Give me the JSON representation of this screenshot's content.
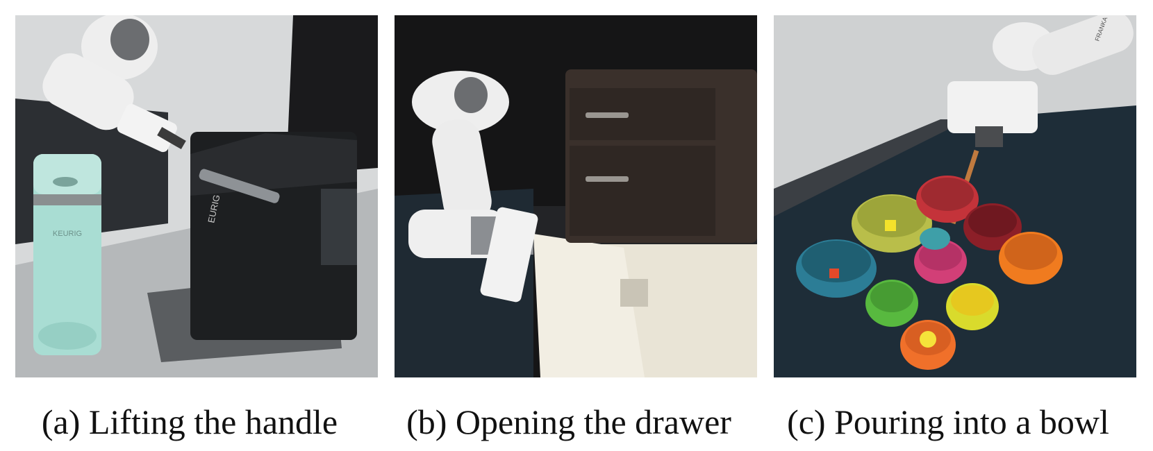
{
  "figure": {
    "panels": [
      {
        "id": "a",
        "caption": "(a) Lifting the handle",
        "machine_label": "KEURIG",
        "machine_label_short": "EURIG"
      },
      {
        "id": "b",
        "caption": "(b) Opening the drawer"
      },
      {
        "id": "c",
        "caption": "(c) Pouring into a bowl",
        "robot_label": "FRANKA"
      }
    ]
  },
  "colors": {
    "wall": "#d7d9da",
    "table_gray": "#b5b8ba",
    "keurig_mint": "#a9ddd3",
    "keurig_black": "#1d1f21",
    "robot_white": "#eeeeee",
    "robot_gray": "#6b6d70",
    "drawer_brown": "#3a302b",
    "cabinet_white": "#e9e4d6",
    "rail_blue": "#1e2d38",
    "bowl_teal": "#2c7d96",
    "bowl_olive": "#b9be4a",
    "bowl_red": "#c4333a",
    "bowl_maroon": "#8c1f28",
    "bowl_orange": "#f07b1f",
    "bowl_magenta": "#d23f77",
    "bowl_green": "#58b93f",
    "bowl_yellow": "#d9db2c",
    "bowl_orange2": "#f0702a"
  }
}
